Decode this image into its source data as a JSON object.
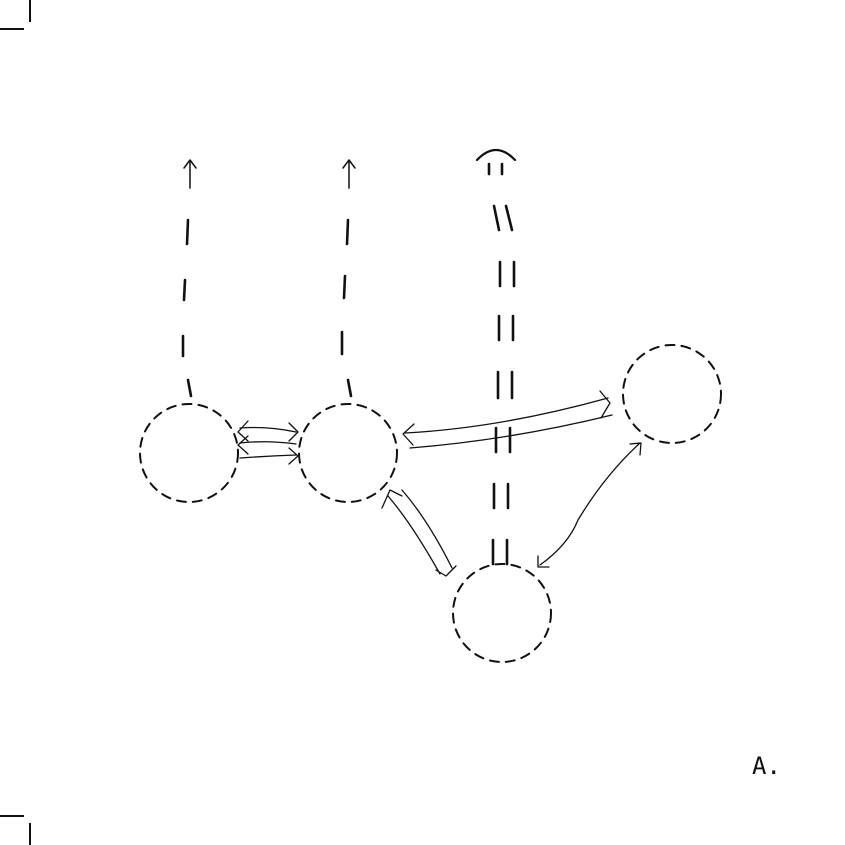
{
  "diagram": {
    "figure_label": "A.",
    "stroke_color": "#111111",
    "background_color": "#ffffff",
    "nodes": [
      {
        "id": "n1",
        "label": ""
      },
      {
        "id": "n2",
        "label": ""
      },
      {
        "id": "n3",
        "label": ""
      },
      {
        "id": "n4",
        "label": ""
      }
    ],
    "edges": [
      {
        "from": "n1",
        "to": "n2",
        "style": "triple-line",
        "direction": "bidirectional"
      },
      {
        "from": "n2",
        "to": "n4",
        "style": "double-line",
        "direction": "bidirectional"
      },
      {
        "from": "n2",
        "to": "n3",
        "style": "double-line",
        "direction": "bidirectional"
      },
      {
        "from": "n3",
        "to": "n3b",
        "style": "single-line",
        "direction": "bidirectional"
      }
    ],
    "exits": [
      {
        "from": "n1",
        "style": "dashed-single",
        "arrow": "up"
      },
      {
        "from": "n2",
        "style": "dashed-single",
        "arrow": "up"
      },
      {
        "from": "n4",
        "style": "dashed-double",
        "arrow": "up-hat"
      }
    ]
  }
}
